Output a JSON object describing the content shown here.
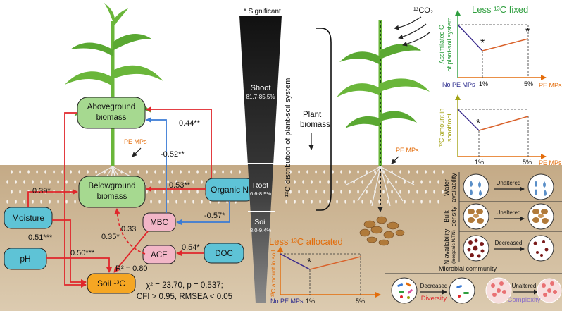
{
  "colors": {
    "sky": "#ffffff",
    "soil_top": "#c4aa86",
    "soil_bottom": "#d8c4a6",
    "green_box": "#a6d990",
    "blue_box": "#5ec3d6",
    "pink_box": "#f2b6c7",
    "orange_box": "#f5a623",
    "arrow_red": "#e0262b",
    "arrow_blue": "#3a7bd5",
    "orange_text": "#e36c0a",
    "green_text": "#2e9e3e",
    "olive_text": "#a3a313",
    "navy": "#2a2a8c"
  },
  "path_model": {
    "nodes": {
      "aboveground": "Aboveground biomass",
      "belowground": "Belowground biomass",
      "moisture": "Moisture",
      "ph": "pH",
      "mbc": "MBC",
      "ace": "ACE",
      "doc": "DOC",
      "organic_n": "Organic N",
      "soil13c": "Soil ¹³C"
    },
    "coefficients": {
      "orgn_above": "0.44**",
      "orgn_below": "0.53**",
      "mbc_above": "-0.52**",
      "orgn_mbc": "-0.57*",
      "moisture_below": "0.39*",
      "moisture_soil": "0.51***",
      "mbc_soil": "0.35*",
      "ace_below": "0.33",
      "ph_soil": "0.50***",
      "doc_ace": "0.54*"
    },
    "r2": "R² = 0.80",
    "fit_line1": "χ² = 23.70, p = 0.537;",
    "fit_line2": "CFI > 0.95, RMSEA < 0.05",
    "pe_mps": "PE MPs"
  },
  "distribution": {
    "legend": "* Significant",
    "axis_title": "¹³C distribution of plant-soil system",
    "shoot_label": "Shoot",
    "shoot_range": "81.7-85.5%",
    "root_label": "Root",
    "root_range": "6.6-8.9%",
    "soil_label": "Soil",
    "soil_range": "8.0-9.4%",
    "plant_biomass_line1": "Plant",
    "plant_biomass_line2": "biomass"
  },
  "right_panel": {
    "co2": "¹³CO₂",
    "pe_mps": "PE MPs",
    "less_fixed": "Less ¹³C fixed",
    "fixed_ylabel1": "Assimilated C",
    "fixed_ylabel2": "of plant-soil system",
    "shoot_root_ylabel1": "¹³C amount in",
    "shoot_root_ylabel2": "shoot/root",
    "no_pe": "No PE MPs",
    "x1": "1%",
    "x5": "5%",
    "x_end": "PE MPs",
    "less_allocated": "Less ¹³C allocated",
    "soil_ylabel": "¹³C amount in soil",
    "water_label1": "Water",
    "water_label2": "availability",
    "bulk_label1": "Bulk",
    "bulk_label2": "density",
    "n_label1": "N availability",
    "n_label2": "(inorganic N/TN)",
    "unaltered": "Unaltered",
    "decreased": "Decreased",
    "microbial_title": "Microbial community",
    "diversity": "Diversity",
    "complexity": "Complexity"
  }
}
